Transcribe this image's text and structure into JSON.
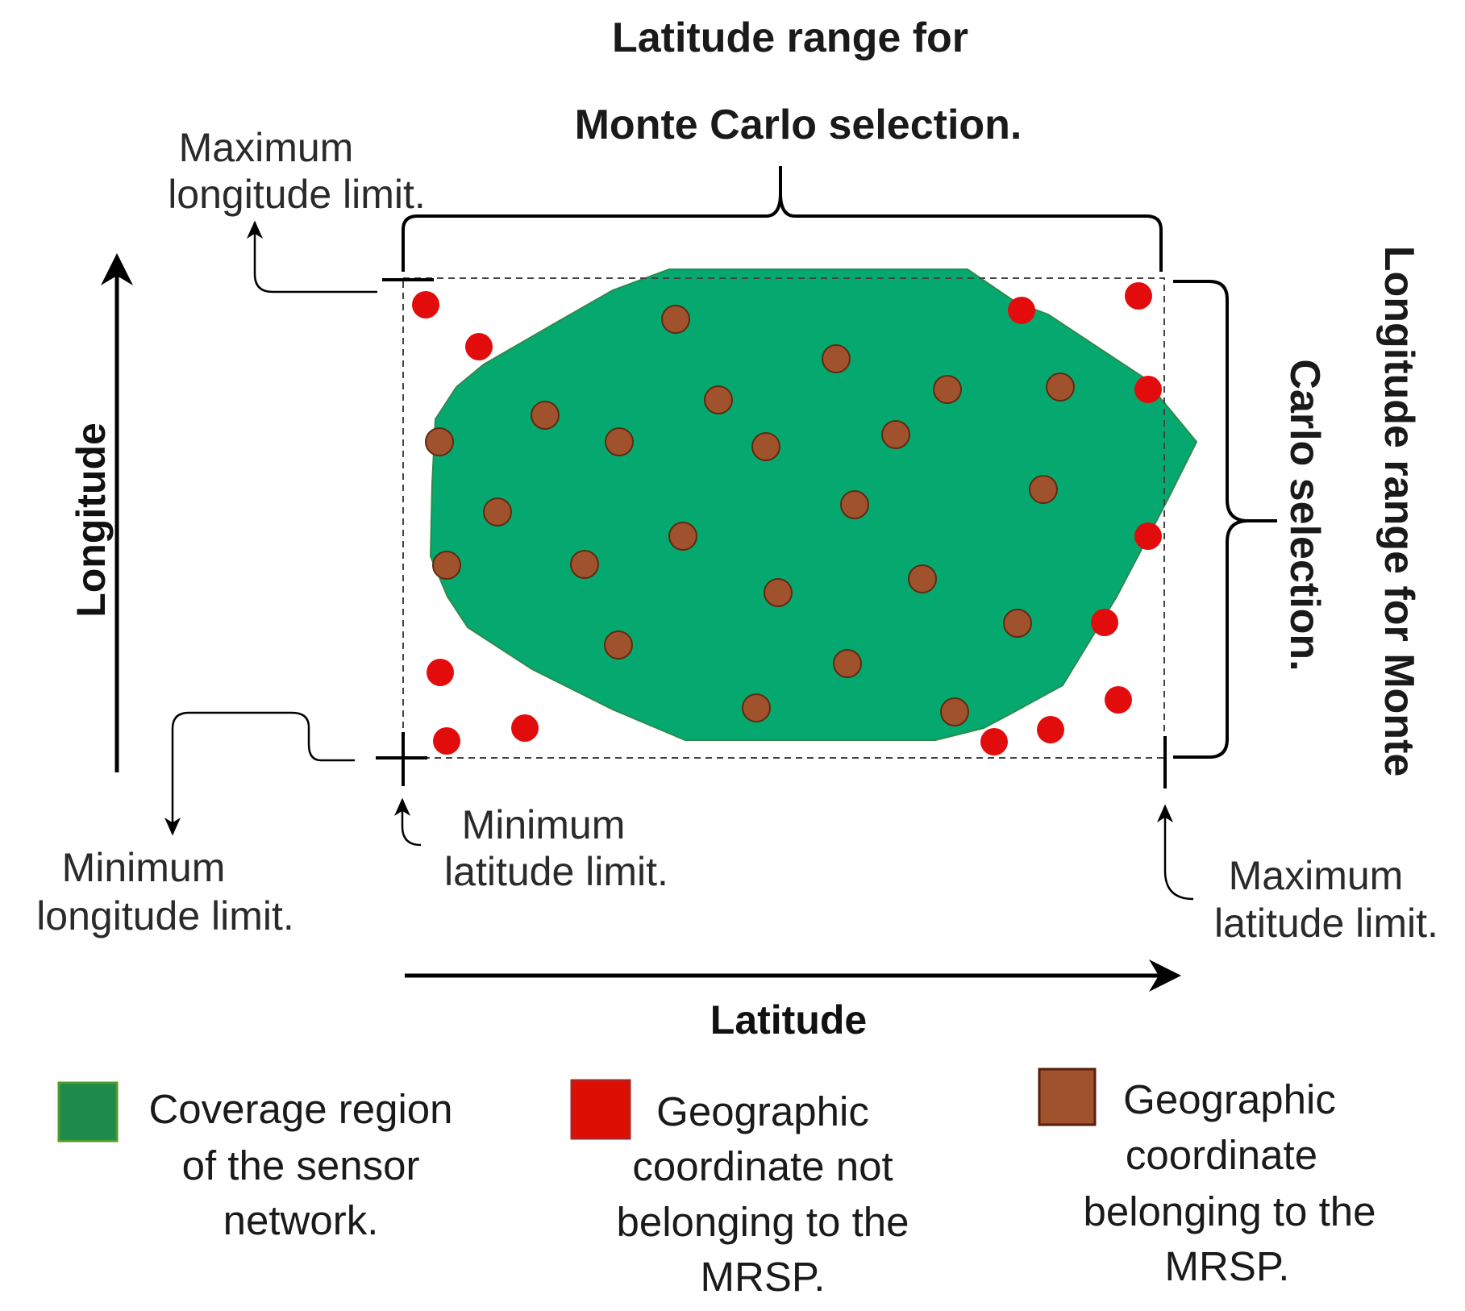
{
  "top_title": [
    "Latitude range for",
    "Monte Carlo selection."
  ],
  "right_title": [
    "Longitude range for Monte",
    "Carlo selection."
  ],
  "axis": {
    "y_label": "Longitude",
    "x_label": "Latitude"
  },
  "annotations": {
    "max_longitude": [
      "Maximum",
      "longitude limit."
    ],
    "min_longitude": [
      "Minimum",
      "longitude limit."
    ],
    "min_latitude": [
      "Minimum",
      "latitude limit."
    ],
    "max_latitude": [
      "Maximum",
      "latitude limit."
    ]
  },
  "legend": [
    {
      "label": [
        "Coverage region",
        "of the sensor",
        "network."
      ],
      "color": "#1e8a4c",
      "border": "#4e9a2a"
    },
    {
      "label": [
        "Geographic",
        "coordinate not",
        "belonging to the",
        "MRSP."
      ],
      "color": "#dd0f05",
      "border": "#b22222"
    },
    {
      "label": [
        "Geographic",
        "coordinate",
        "belonging to the",
        "MRSP."
      ],
      "color": "#a0522d",
      "border": "#5a1e0c"
    }
  ],
  "colors": {
    "coverage": "#05a96f",
    "outside_point": "#e30c0c",
    "inside_point": "#a0522d",
    "inside_point_stroke": "#5e2a10"
  }
}
